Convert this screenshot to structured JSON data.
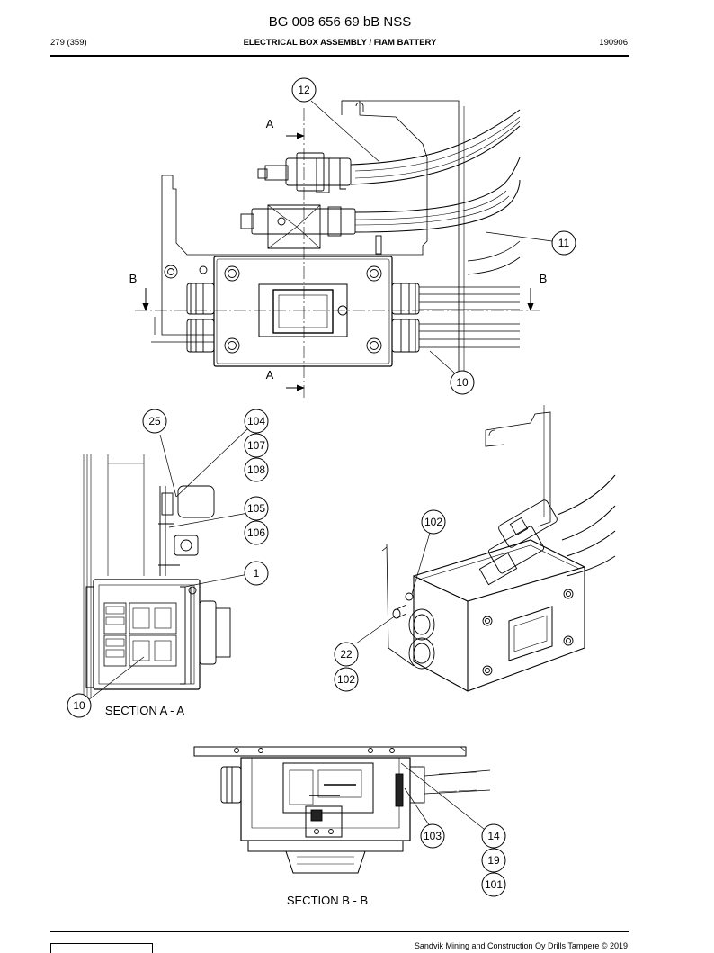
{
  "header": {
    "doc_id": "BG 008 656 69 bB NSS",
    "page": "279 (359)",
    "section": "ELECTRICAL BOX ASSEMBLY / FIAM BATTERY",
    "date": "190906"
  },
  "callouts": {
    "c12": "12",
    "c11": "11",
    "c10a": "10",
    "c25": "25",
    "c104": "104",
    "c107": "107",
    "c108": "108",
    "c105": "105",
    "c106": "106",
    "c1": "1",
    "c10b": "10",
    "c102a": "102",
    "c22": "22",
    "c102b": "102",
    "c103": "103",
    "c14": "14",
    "c19": "19",
    "c101": "101"
  },
  "markers": {
    "a_top": "A",
    "a_bottom": "A",
    "b_left": "B",
    "b_right": "B"
  },
  "captions": {
    "section_aa": "SECTION A - A",
    "section_bb": "SECTION B - B"
  },
  "footer": {
    "copyright": "Sandvik Mining and Construction Oy Drills Tampere © 2019"
  }
}
